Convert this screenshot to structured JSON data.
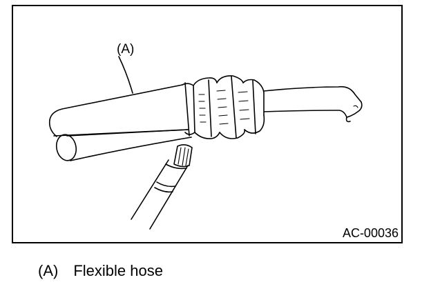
{
  "figure": {
    "callout_label": "(A)",
    "figure_code": "AC-00036"
  },
  "legend": {
    "items": [
      {
        "key": "(A)",
        "text": "Flexible hose"
      }
    ]
  },
  "colors": {
    "line": "#000000",
    "background": "#ffffff"
  }
}
